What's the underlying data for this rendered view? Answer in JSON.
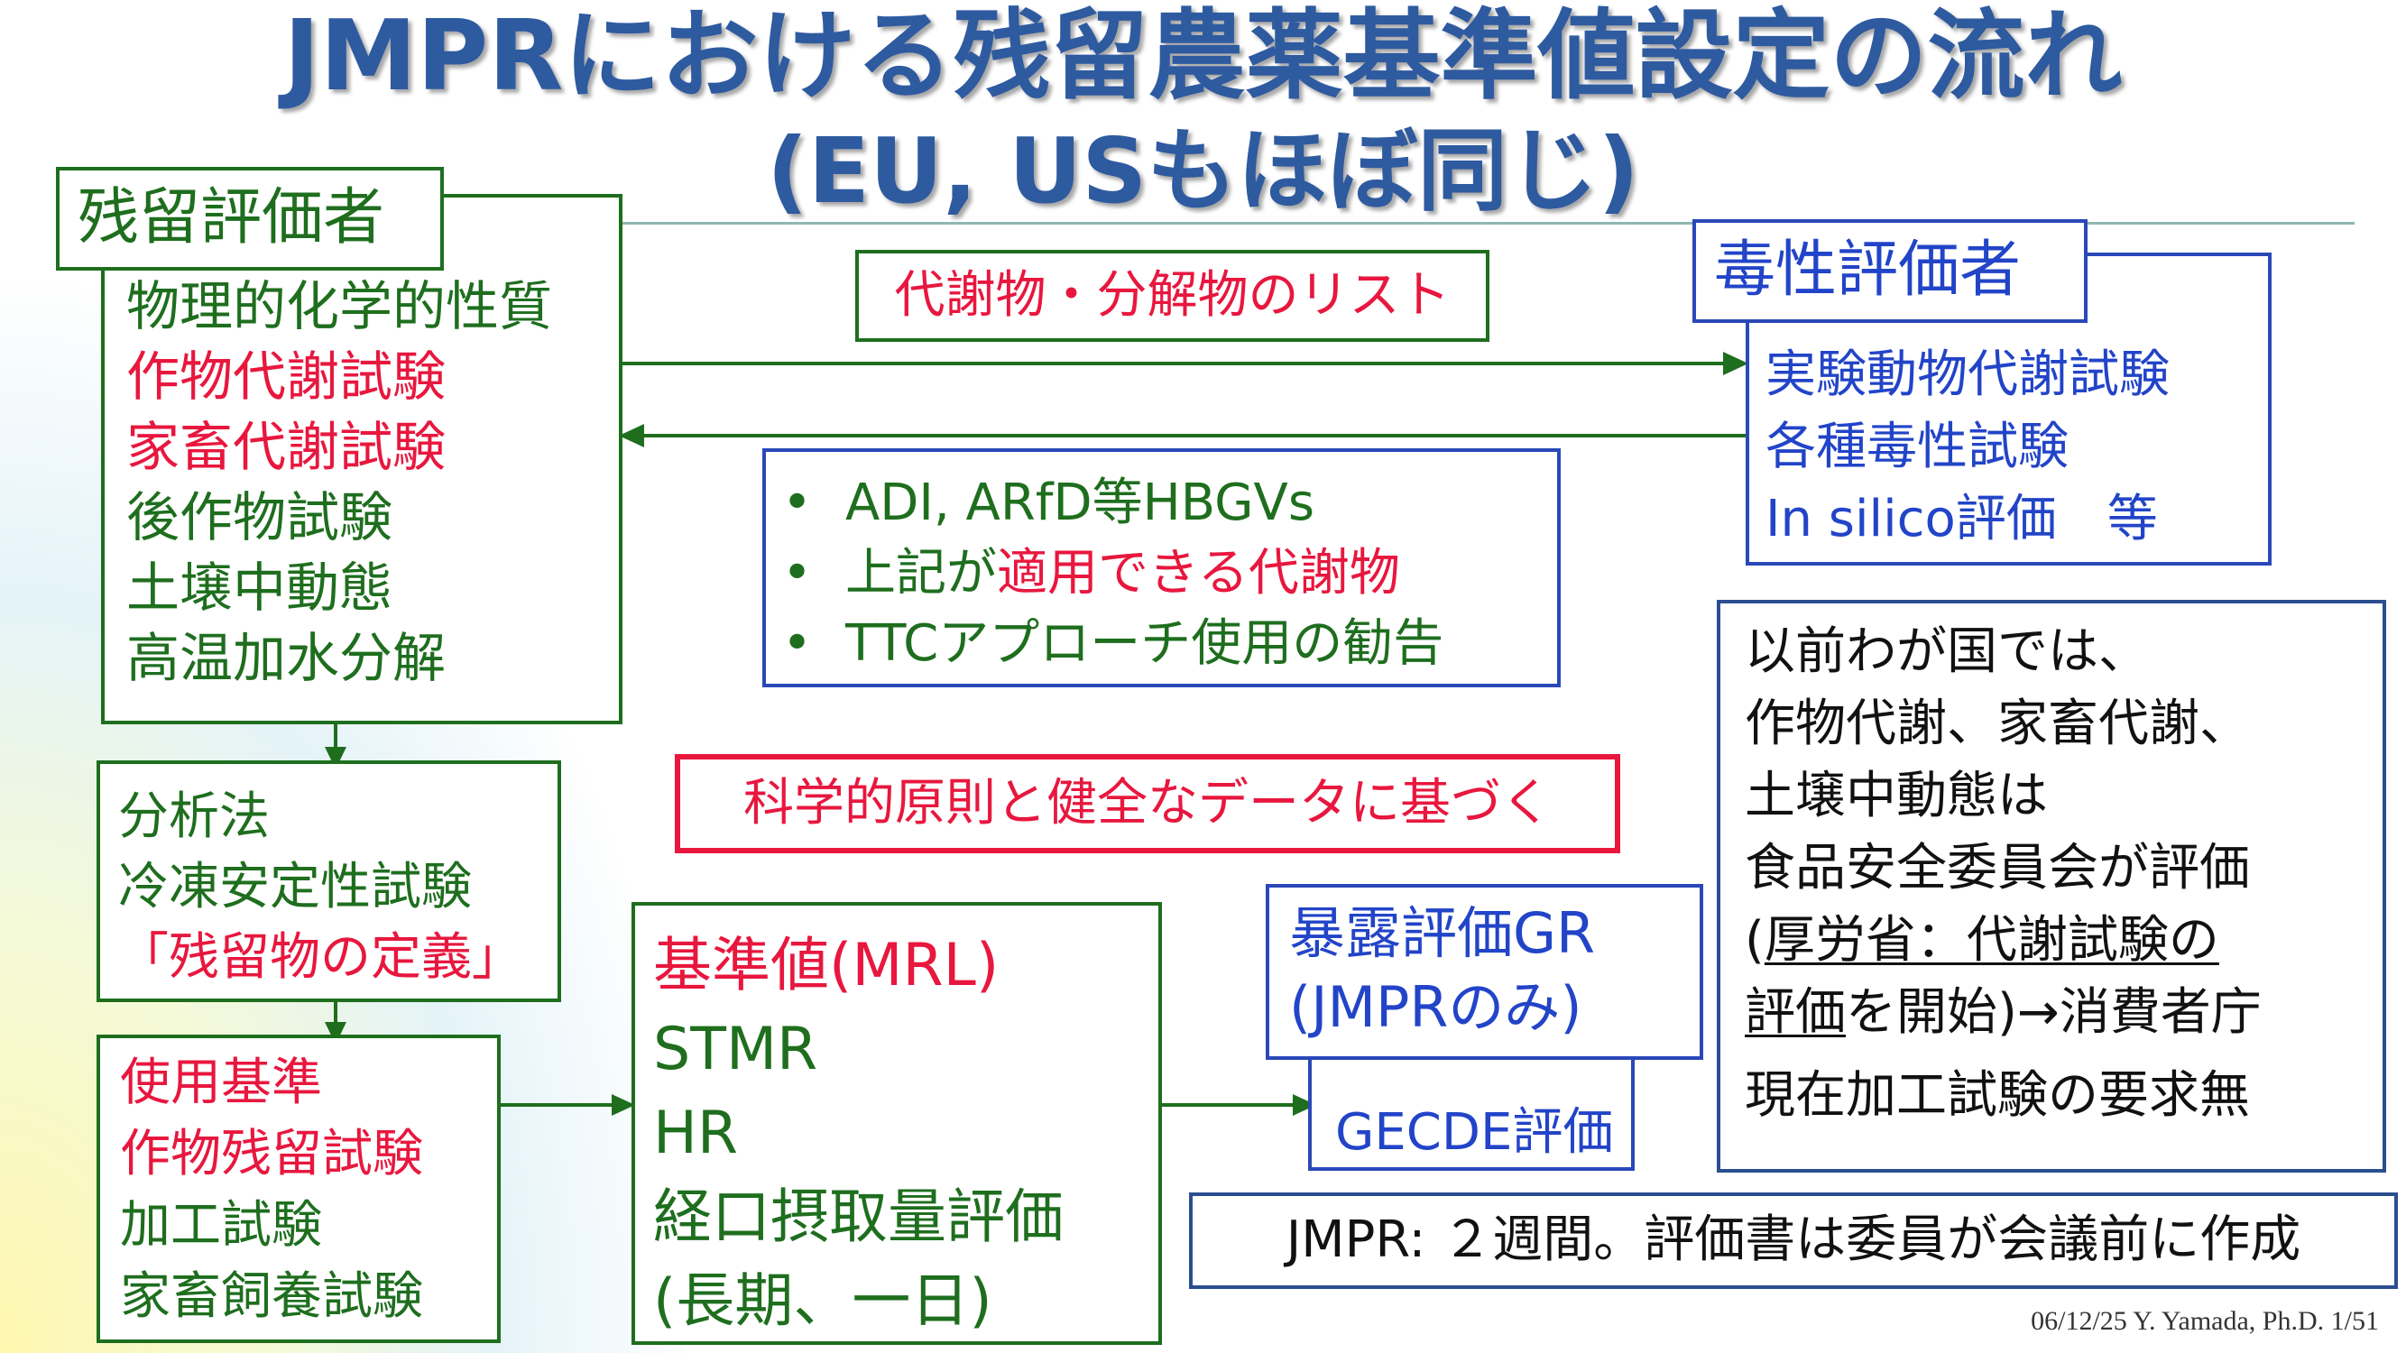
{
  "title": {
    "line1": "JMPRにおける残留農薬基準値設定の流れ",
    "line2": "(EU, USもほぼ同じ)"
  },
  "residue_assessor": {
    "label": "残留評価者",
    "items": [
      {
        "text": "物理的化学的性質",
        "color": "green"
      },
      {
        "text": "作物代謝試験",
        "color": "red"
      },
      {
        "text": "家畜代謝試験",
        "color": "red"
      },
      {
        "text": "後作物試験",
        "color": "green"
      },
      {
        "text": "土壌中動態",
        "color": "green"
      },
      {
        "text": "高温加水分解",
        "color": "green"
      }
    ]
  },
  "metabolite_list": "代謝物・分解物のリスト",
  "tox_assessor": {
    "label": "毒性評価者",
    "items": [
      "実験動物代謝試験",
      "各種毒性試験",
      "In silico評価　等"
    ]
  },
  "hbgv_box": {
    "bullet": "•",
    "item1": "ADI, ARfD等HBGVs",
    "item2_prefix": "上記が",
    "item2_highlight": "適用できる代謝物",
    "item3": "TTCアプローチ使用の勧告"
  },
  "analysis_box": {
    "item1": "分析法",
    "item2": "冷凍安定性試験",
    "item3": "「残留物の定義」"
  },
  "science_box": "科学的原則と健全なデータに基づく",
  "usage_box": {
    "items": [
      {
        "text": "使用基準",
        "color": "red"
      },
      {
        "text": "作物残留試験",
        "color": "red"
      },
      {
        "text": "加工試験",
        "color": "green"
      },
      {
        "text": "家畜飼養試験",
        "color": "green"
      }
    ]
  },
  "mrl_box": {
    "item1": "基準値(MRL)",
    "item2": "STMR",
    "item3": "HR",
    "item4": "経口摂取量評価",
    "item5": "(長期、一日)"
  },
  "exposure_box": {
    "line1": "暴露評価GR",
    "line2": "(JMPRのみ)"
  },
  "gecde": "GECDE評価",
  "japan_note": {
    "line1": "以前わが国では、",
    "line2": "作物代謝、家畜代謝、",
    "line3": "土壌中動態は",
    "line4": "食品安全委員会が評価",
    "line5_a": "(",
    "line5_b": "厚労省：代謝試験の",
    "line6_a": "評価",
    "line6_b": "を開始)→消費者庁",
    "line7": "現在加工試験の要求無"
  },
  "jmpr_note": "JMPR: ２週間。評価書は委員が会議前に作成",
  "footer": "06/12/25 Y. Yamada, Ph.D.   1/51",
  "colors": {
    "title": "#2e5aa0",
    "green": "#1e6e1e",
    "red": "#e8173e",
    "blue": "#2244c8"
  }
}
